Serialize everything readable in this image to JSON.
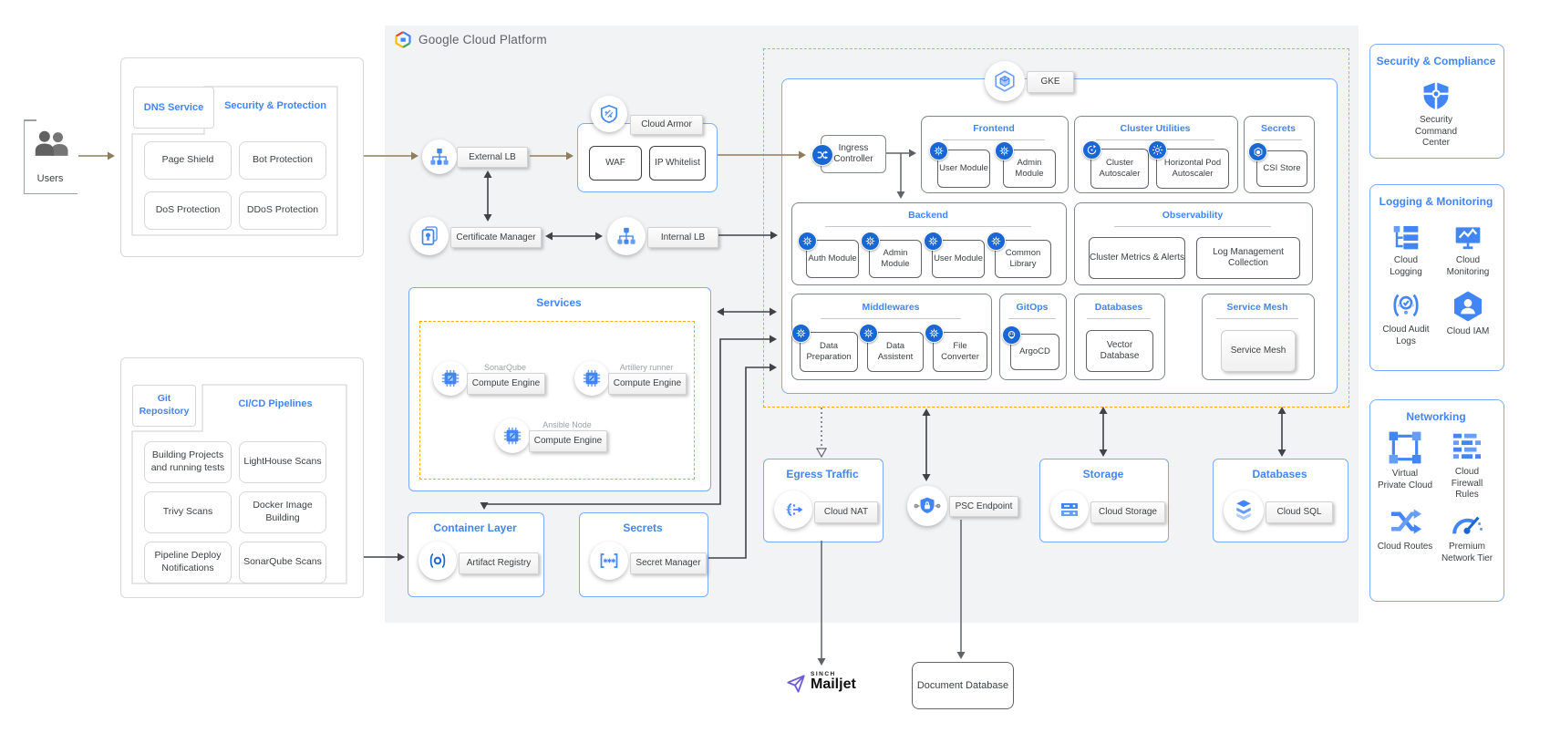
{
  "users": {
    "label": "Users"
  },
  "security_box": {
    "tab": "DNS Service",
    "title": "Security & Protection",
    "items": [
      "Page Shield",
      "Bot Protection",
      "DoS Protection",
      "DDoS Protection"
    ]
  },
  "cicd_box": {
    "tab": "Git Repository",
    "title": "CI/CD Pipelines",
    "items": [
      "Building Projects and running tests",
      "LightHouse Scans",
      "Trivy Scans",
      "Docker Image Building",
      "Pipeline Deploy Notifications",
      "SonarQube Scans"
    ]
  },
  "gcp": {
    "brand": "Google Cloud Platform",
    "external_lb": "External LB",
    "cloud_armor": {
      "title": "Cloud Armor",
      "items": [
        "WAF",
        "IP Whitelist"
      ]
    },
    "certificate_manager": "Certificate Manager",
    "internal_lb": "Internal LB",
    "services": {
      "title": "Services",
      "instances": [
        {
          "name": "SonarQube",
          "label": "Compute Engine"
        },
        {
          "name": "Artillery runner",
          "label": "Compute Engine"
        },
        {
          "name": "Ansible Node",
          "label": "Compute Engine"
        }
      ]
    },
    "container_layer": {
      "title": "Container Layer",
      "label": "Artifact Registry"
    },
    "secrets": {
      "title": "Secrets",
      "label": "Secret Manager"
    },
    "egress": {
      "title": "Egress Traffic",
      "label": "Cloud NAT"
    },
    "psc": "PSC Endpoint",
    "storage": {
      "title": "Storage",
      "label": "Cloud Storage"
    },
    "databases": {
      "title": "Databases",
      "label": "Cloud SQL"
    }
  },
  "gke": {
    "label": "GKE",
    "ingress": "Ingress Controller",
    "frontend": {
      "title": "Frontend",
      "items": [
        "User Module",
        "Admin Module"
      ]
    },
    "cluster_utilities": {
      "title": "Cluster Utilities",
      "items": [
        "Cluster Autoscaler",
        "Horizontal Pod Autoscaler"
      ]
    },
    "secrets": {
      "title": "Secrets",
      "items": [
        "CSI Store"
      ]
    },
    "backend": {
      "title": "Backend",
      "items": [
        "Auth Module",
        "Admin Module",
        "User Module",
        "Common Library"
      ]
    },
    "observability": {
      "title": "Observability",
      "items": [
        "Cluster Metrics & Alerts",
        "Log Management Collection"
      ]
    },
    "middlewares": {
      "title": "Middlewares",
      "items": [
        "Data Preparation",
        "Data Assistent",
        "File Converter"
      ]
    },
    "gitops": {
      "title": "GitOps",
      "items": [
        "ArgoCD"
      ]
    },
    "databases": {
      "title": "Databases",
      "items": [
        "Vector Database"
      ]
    },
    "service_mesh": {
      "title": "Service Mesh",
      "items": [
        "Service Mesh"
      ]
    }
  },
  "panels": {
    "security_compliance": {
      "title": "Security & Compliance",
      "items": [
        "Security Command Center"
      ]
    },
    "logging_monitoring": {
      "title": "Logging & Monitoring",
      "items": [
        "Cloud Logging",
        "Cloud Monitoring",
        "Cloud Audit Logs",
        "Cloud IAM"
      ]
    },
    "networking": {
      "title": "Networking",
      "items": [
        "Virtual Private Cloud",
        "Cloud Firewall Rules",
        "Cloud Routes",
        "Premium Network Tier"
      ]
    }
  },
  "external": {
    "mailjet_brand": "SINCH",
    "mailjet": "Mailjet",
    "document_db": "Document Database"
  },
  "colors": {
    "accent_blue": "#4285f4",
    "border_blue": "#7baaf7",
    "dashed_orange": "#f9ab00",
    "arrow_brown": "#8f7e5e",
    "arrow_dark": "#3f4347",
    "bg_gray": "#f1f3f4"
  }
}
